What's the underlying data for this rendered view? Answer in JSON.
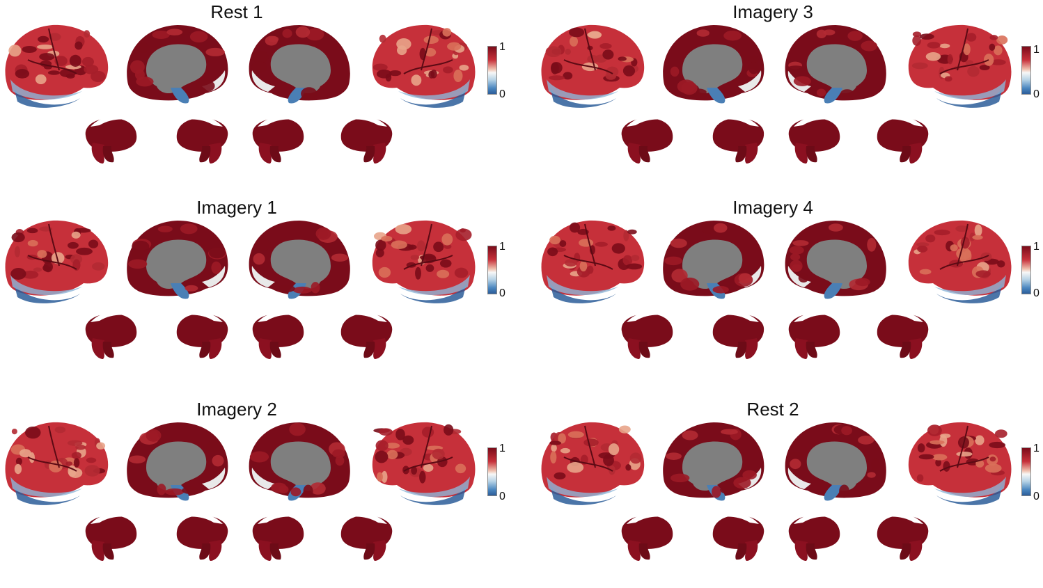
{
  "panels": [
    {
      "title": "Rest 1",
      "colorbar": {
        "max_label": "1",
        "min_label": "0"
      }
    },
    {
      "title": "Imagery 3",
      "colorbar": {
        "max_label": "1",
        "min_label": "0"
      }
    },
    {
      "title": "Imagery 1",
      "colorbar": {
        "max_label": "1",
        "min_label": "0"
      }
    },
    {
      "title": "Imagery 4",
      "colorbar": {
        "max_label": "1",
        "min_label": "0"
      }
    },
    {
      "title": "Imagery 2",
      "colorbar": {
        "max_label": "1",
        "min_label": "0"
      }
    },
    {
      "title": "Rest 2",
      "colorbar": {
        "max_label": "1",
        "min_label": "0"
      }
    }
  ],
  "colors": {
    "high": "#7a0c1a",
    "mid_high": "#c6303a",
    "neutral": "#f7f7f7",
    "low": "#2c5d99",
    "medial_wall": "#7f7f7f"
  }
}
